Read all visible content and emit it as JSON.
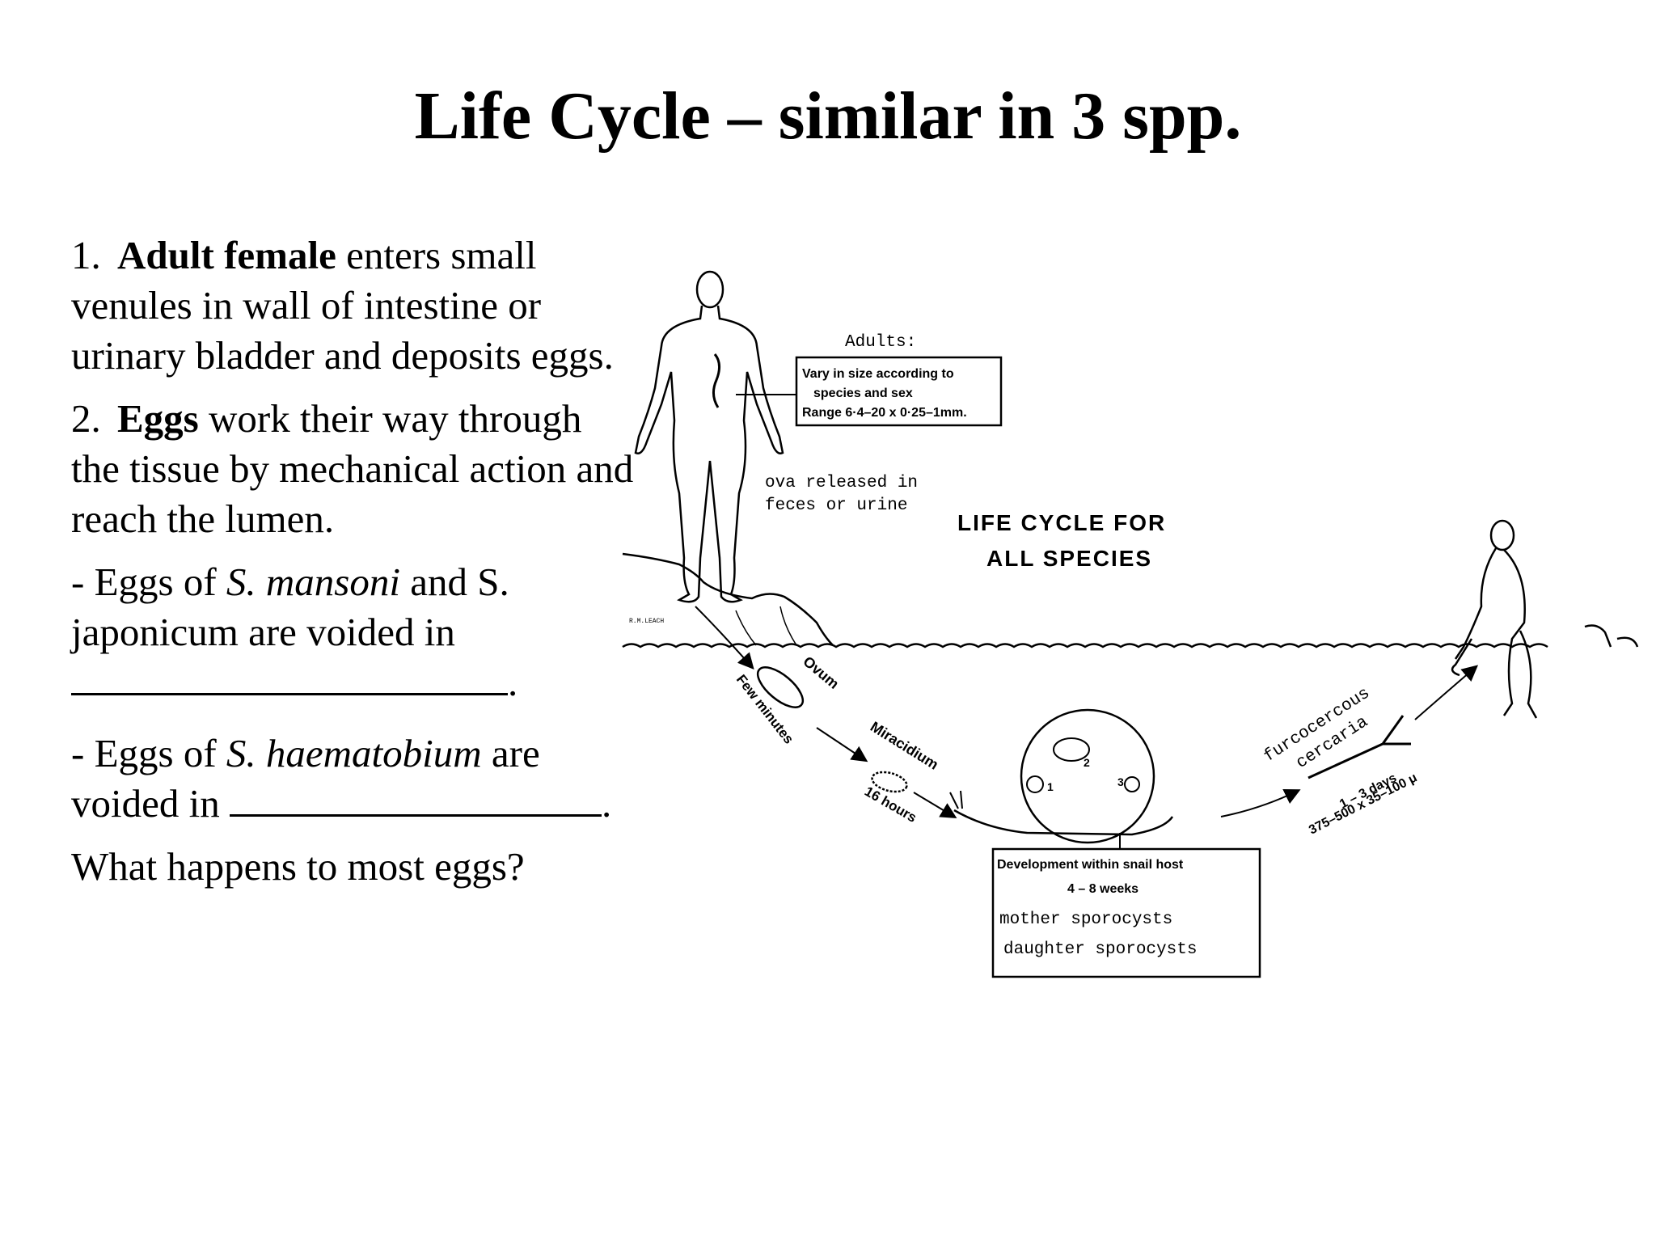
{
  "title": "Life Cycle – similar in 3 spp.",
  "text": {
    "p1": {
      "num": "1.",
      "bold": "Adult female",
      "rest": " enters small venules in wall of intestine or urinary bladder and deposits eggs."
    },
    "p2": {
      "num": "2.",
      "bold": "Eggs",
      "rest": " work their way through the tissue by mechanical action and reach the lumen."
    },
    "p3": {
      "pre": "- Eggs of ",
      "ital": "S. mansoni",
      "post": " and S. japonicum are voided in",
      "end": "."
    },
    "p4": {
      "pre": " - Eggs of ",
      "ital": "S. haematobium",
      "post": " are voided in ",
      "end": "."
    },
    "p5": "What happens to most eggs?"
  },
  "diagram": {
    "adults_heading": "Adults:",
    "adults_box": [
      "Vary in size according to",
      "species and sex",
      "Range 6·4–20 x 0·25–1mm."
    ],
    "ova_label": [
      "ova released in",
      "feces or urine"
    ],
    "main_label": [
      "LIFE CYCLE FOR",
      "ALL SPECIES"
    ],
    "artist": "R.M.LEACH",
    "ovum": "Ovum",
    "few_minutes": "Few minutes",
    "miracidium": "Miracidium",
    "sixteen_hours": "16 hours",
    "snail_numbers": [
      "1",
      "2",
      "3"
    ],
    "snail_box": [
      "Development within snail host",
      "4 – 8 weeks",
      "mother sporocysts",
      "daughter sporocysts"
    ],
    "cercaria": [
      "furcocercous",
      "cercaria"
    ],
    "cercaria_time": [
      "1 – 3 days",
      "375–500 x 35–100 μ"
    ]
  }
}
